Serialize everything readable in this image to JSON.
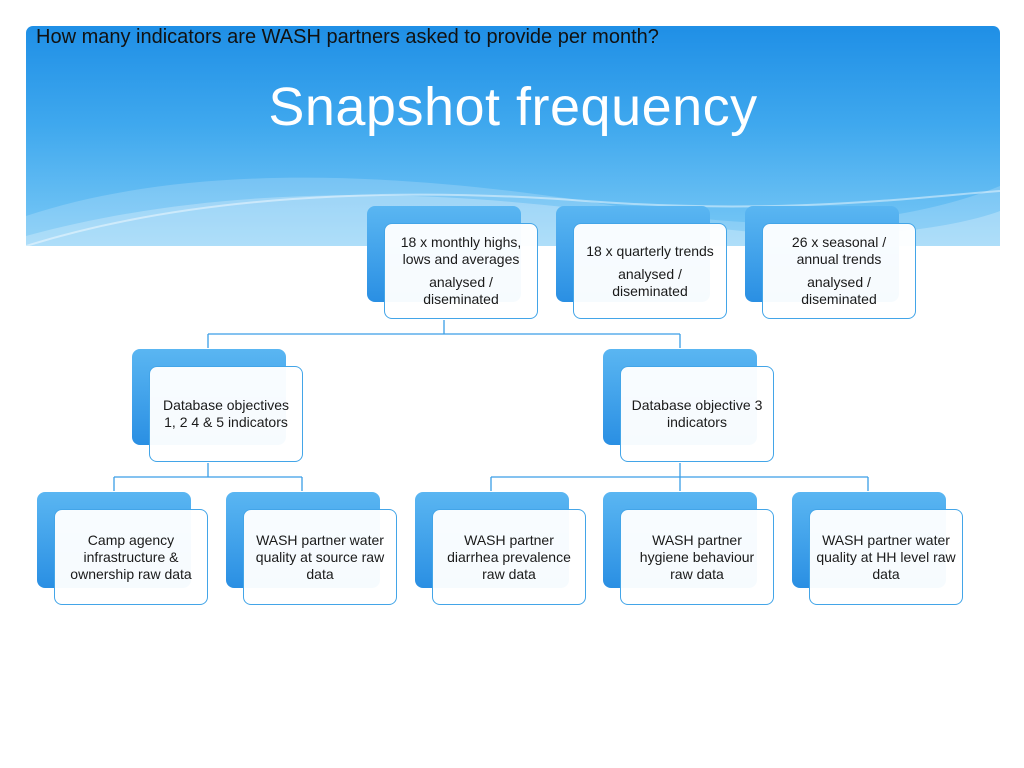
{
  "question": "How many indicators are WASH partners asked to provide per month?",
  "title": "Snapshot frequency",
  "top_row": [
    {
      "main": "18 x monthly highs, lows and averages",
      "sub": "analysed / diseminated"
    },
    {
      "main": "18 x quarterly trends",
      "sub": "analysed / diseminated"
    },
    {
      "main": "26 x seasonal / annual trends",
      "sub": "analysed / diseminated"
    }
  ],
  "middle_row": [
    {
      "main": "Database objectives 1, 2 4 & 5 indicators"
    },
    {
      "main": "Database objective 3 indicators"
    }
  ],
  "bottom_row": [
    {
      "main": "Camp agency infrastructure & ownership raw data"
    },
    {
      "main": "WASH partner water quality at source raw data"
    },
    {
      "main": "WASH partner diarrhea prevalence raw data"
    },
    {
      "main": "WASH partner hygiene behaviour raw data"
    },
    {
      "main": "WASH partner water quality at HH level raw data"
    }
  ],
  "colors": {
    "banner_top": "#1f8fe6",
    "banner_bottom": "#7ccaf6",
    "node_fill": "#2a8fe3",
    "node_border": "#43a5e8",
    "connector": "#3a9ee6"
  }
}
